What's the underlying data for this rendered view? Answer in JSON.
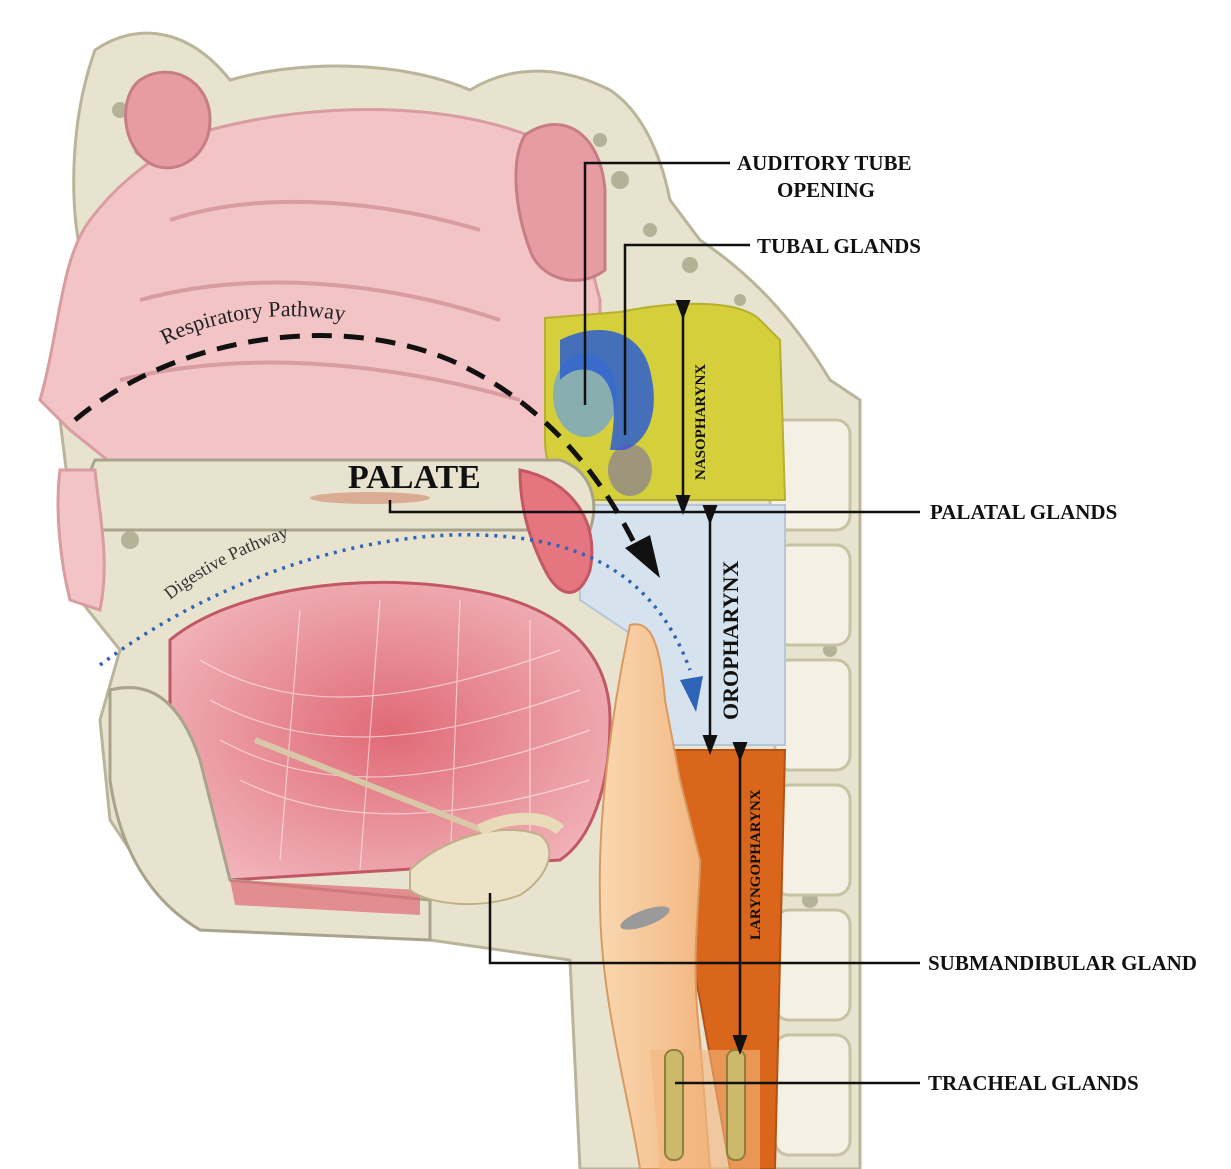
{
  "labels": {
    "auditory_tube_line1": "AUDITORY TUBE",
    "auditory_tube_line2": "OPENING",
    "tubal_glands": "TUBAL GLANDS",
    "palatal_glands": "PALATAL GLANDS",
    "submandibular_gland": "SUBMANDIBULAR GLAND",
    "tracheal_glands": "TRACHEAL GLANDS",
    "palate": "PALATE"
  },
  "pathways": {
    "respiratory": "Respiratory Pathway",
    "digestive": "Digestive Pathway"
  },
  "regions": {
    "nasopharynx": "NASOPHARYNX",
    "oropharynx": "OROPHARYNX",
    "laryngopharynx": "LARYNGOPHARYNX"
  },
  "colors": {
    "nasopharynx": "#d4cf3a",
    "oropharynx": "#d6e3ef",
    "laryngopharynx": "#d9661a",
    "tissue_pink": "#f2c4c6",
    "bone": "#e8e3cf",
    "tongue": "#e3848d",
    "larynx": "#f6c79a",
    "respiratory_arrow": "#111111",
    "digestive_arrow": "#2e63b8",
    "glands": "#2c5fd0"
  }
}
